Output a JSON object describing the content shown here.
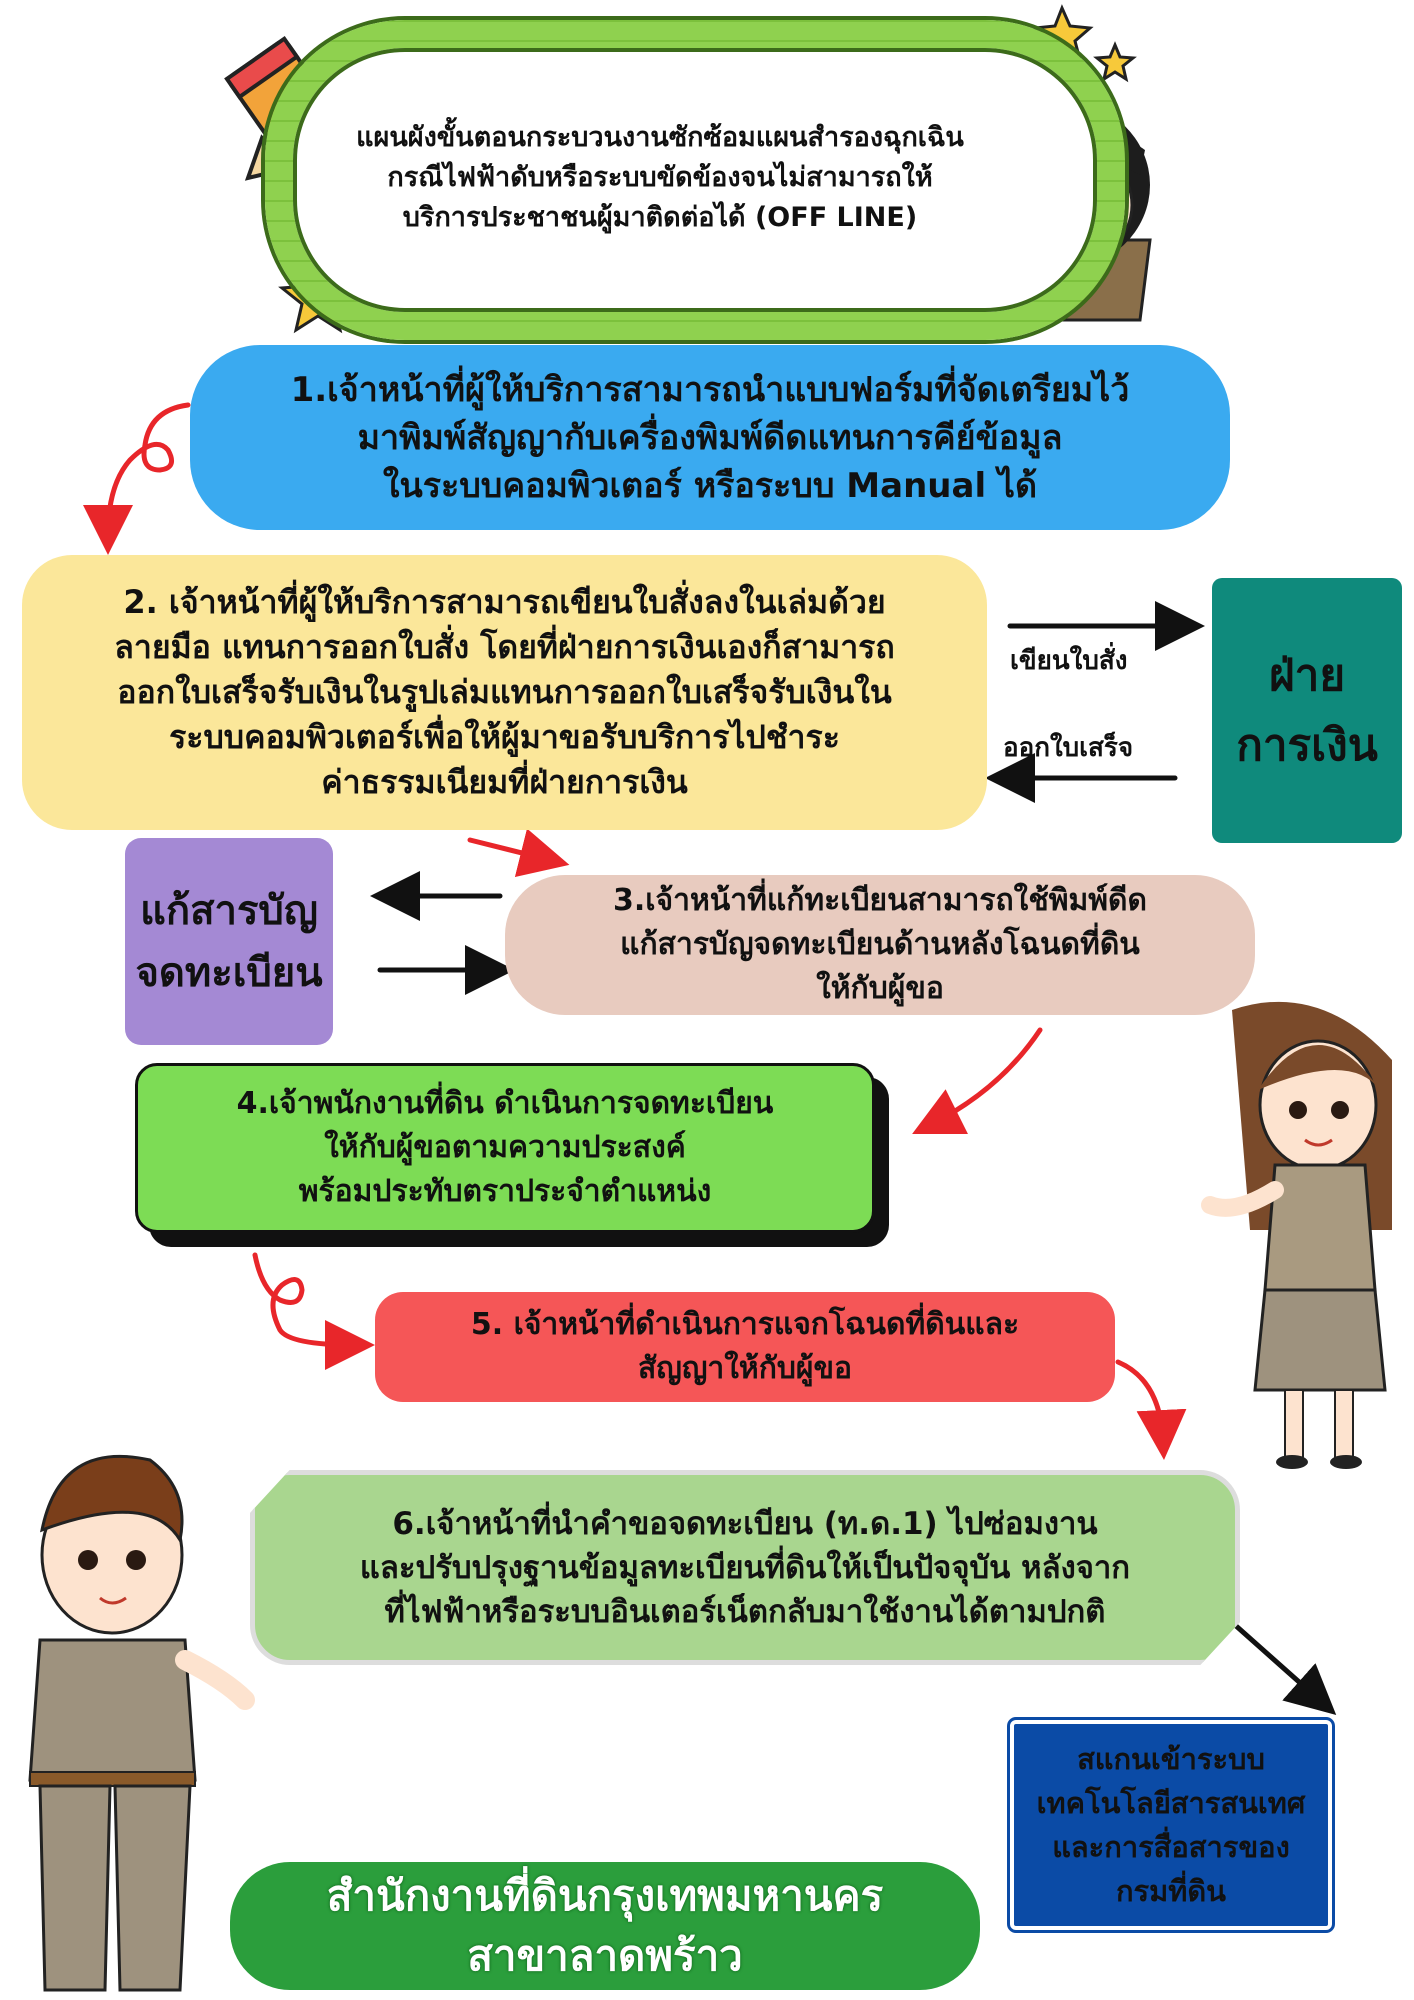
{
  "title": {
    "text": "แผนผังขั้นตอนกระบวนงานซักซ้อมแผนสำรองฉุกเฉิน\nกรณีไฟฟ้าดับหรือระบบขัดข้องจนไม่สามารถให้\nบริการประชาชนผู้มาติดต่อได้ (OFF LINE)"
  },
  "steps": {
    "step1": "1.เจ้าหน้าที่ผู้ให้บริการสามารถนำแบบฟอร์มที่จัดเตรียมไว้\nมาพิมพ์สัญญากับเครื่องพิมพ์ดีดแทนการคีย์ข้อมูล\nในระบบคอมพิวเตอร์ หรือระบบ Manual ได้",
    "step2": "2. เจ้าหน้าที่ผู้ให้บริการสามารถเขียนใบสั่งลงในเล่มด้วย\nลายมือ แทนการออกใบสั่ง โดยที่ฝ่ายการเงินเองก็สามารถ\nออกใบเสร็จรับเงินในรูปเล่มแทนการออกใบเสร็จรับเงินใน\nระบบคอมพิวเตอร์เพื่อให้ผู้มาขอรับบริการไปชำระ\nค่าธรรมเนียมที่ฝ่ายการเงิน",
    "step3": "3.เจ้าหน้าที่แก้ทะเบียนสามารถใช้พิมพ์ดีด\nแก้สารบัญจดทะเบียนด้านหลังโฉนดที่ดิน\nให้กับผู้ขอ",
    "step4": "4.เจ้าพนักงานที่ดิน ดำเนินการจดทะเบียน\nให้กับผู้ขอตามความประสงค์\nพร้อมประทับตราประจำตำแหน่ง",
    "step5": "5. เจ้าหน้าที่ดำเนินการแจกโฉนดที่ดินและ\nสัญญาให้กับผู้ขอ",
    "step6": "6.เจ้าหน้าที่นำคำขอจดทะเบียน (ท.ด.1) ไปซ่อมงาน\nและปรับปรุงฐานข้อมูลทะเบียนที่ดินให้เป็นปัจจุบัน หลังจาก\nที่ไฟฟ้าหรือระบบอินเตอร์เน็ตกลับมาใช้งานได้ตามปกติ"
  },
  "boxes": {
    "finance": "ฝ่าย\nการเงิน",
    "registry": "แก้สารบัญ\nจดทะเบียน",
    "scan": "สแกนเข้าระบบ\nเทคโนโลยีสารสนเทศ\nและการสื่อสารของ\nกรมที่ดิน",
    "office": "สำนักงานที่ดินกรุงเทพมหานคร\nสาขาลาดพร้าว"
  },
  "arrow_labels": {
    "write_order": "เขียนใบสั่ง",
    "issue_receipt": "ออกใบเสร็จ"
  },
  "colors": {
    "step1": "#3aaaf0",
    "step2": "#fbe79a",
    "finance": "#0f8a7c",
    "step3": "#e8cbbf",
    "registry": "#a489d4",
    "step4": "#7ddc55",
    "step5": "#f55657",
    "step6": "#a9d68f",
    "scan": "#0b4ba6",
    "office": "#2b9e3c",
    "flow_arrow": "#e8262a"
  },
  "icons": [
    "pencil-icon",
    "star-icon",
    "cactus-icon",
    "girl-glasses-character",
    "woman-officer-character",
    "man-officer-character"
  ]
}
